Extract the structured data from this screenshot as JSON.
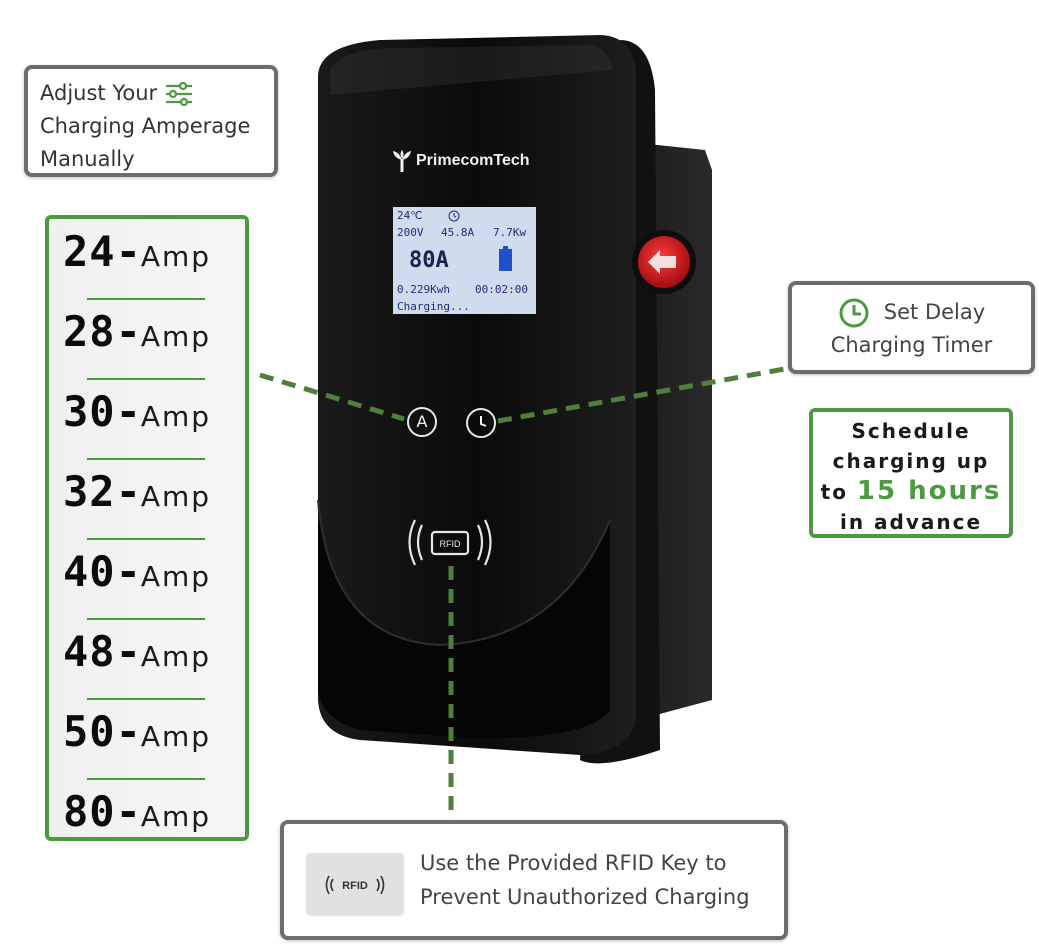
{
  "adjust_callout": {
    "line1": "Adjust Your",
    "line2": "Charging Amperage",
    "line3": "Manually",
    "icon": "sliders-icon"
  },
  "amperage_options": [
    {
      "value": "24",
      "unit": "Amp"
    },
    {
      "value": "28",
      "unit": "Amp"
    },
    {
      "value": "30",
      "unit": "Amp"
    },
    {
      "value": "32",
      "unit": "Amp"
    },
    {
      "value": "40",
      "unit": "Amp"
    },
    {
      "value": "48",
      "unit": "Amp"
    },
    {
      "value": "50",
      "unit": "Amp"
    },
    {
      "value": "80",
      "unit": "Amp"
    }
  ],
  "charger": {
    "brand": "PrimecomTech",
    "screen": {
      "temp": "24℃",
      "voltage": "200V",
      "current": "45.8A",
      "power": "7.7Kw",
      "amperage": "80A",
      "energy": "0.229Kwh",
      "time": "00:02:00",
      "status": "Charging..."
    },
    "button_a_label": "A",
    "rfid_label": "RFID"
  },
  "delay_callout": {
    "line1": "Set Delay",
    "line2": "Charging Timer",
    "icon": "clock-icon"
  },
  "schedule_callout": {
    "line1": "Schedule",
    "line2": "charging up",
    "line3_prefix": "to",
    "line3_highlight": "15 hours",
    "line4": "in advance"
  },
  "rfid_callout": {
    "card_label": "RFID",
    "line1": "Use the Provided RFID Key to",
    "line2": "Prevent Unauthorized Charging"
  },
  "colors": {
    "accent_green": "#4c9a3f",
    "box_gray": "#6d6d6d",
    "charger_body": "#0b0b0b",
    "stop_button_red": "#d9141b",
    "screen_bg": "#d0dbee"
  }
}
